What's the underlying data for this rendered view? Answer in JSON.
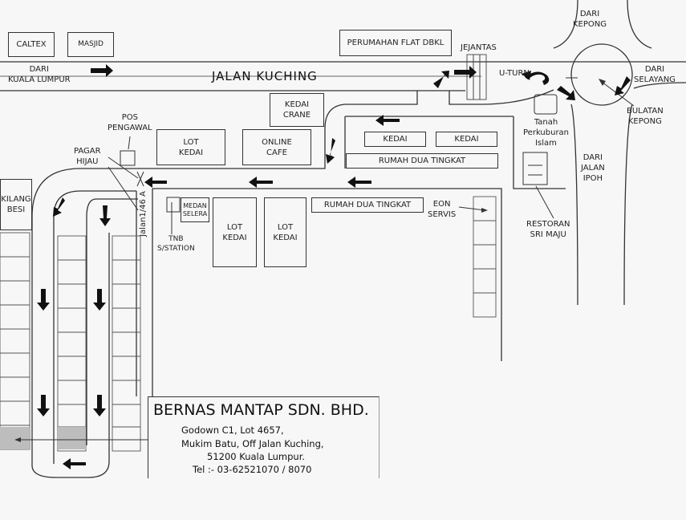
{
  "road": {
    "name": "JALAN KUCHING"
  },
  "landmarks": {
    "caltex": "CALTEX",
    "masjid": "MASJID",
    "perumahan": "PERUMAHAN FLAT DBKL",
    "jejantas": "JEJANTAS",
    "u_turn": "U-TURN",
    "dari_kepong": "DARI\nKEPONG",
    "dari_selayang": "DARI\nSELAYANG",
    "bulatan_kepong": "BULATAN\nKEPONG",
    "dari_kl": "DARI\nKUALA LUMPUR",
    "kedai_crane": "KEDAI\nCRANE",
    "pos_pengawal": "POS\nPENGAWAL",
    "pagar_hijau": "PAGAR\nHIJAU",
    "kilang_besi": "KILANG\nBESI",
    "lot_kedai_top": "LOT\nKEDAI",
    "online_cafe": "ONLINE\nCAFE",
    "kedai_1": "KEDAI",
    "kedai_2": "KEDAI",
    "rumah_dua_tingkat_top": "RUMAH DUA TINGKAT",
    "rumah_dua_tingkat_bottom": "RUMAH DUA TINGKAT",
    "tanah_perkuburan": "Tanah\nPerkuburan\nIslam",
    "dari_jalan_ipoh": "DARI\nJALAN\nIPOH",
    "medan_selera": "MEDAN\nSELERA",
    "jalan_146a": "Jalan1/46 A",
    "tnb_station": "TNB\nS/STATION",
    "lot_kedai_1": "LOT\nKEDAI",
    "lot_kedai_2": "LOT\nKEDAI",
    "eon_servis": "EON\nSERVIS",
    "restoran": "RESTORAN\nSRI MAJU"
  },
  "company": {
    "name": "BERNAS MANTAP SDN. BHD.",
    "address_lines": [
      "Godown C1,  Lot 4657,",
      "Mukim Batu, Off Jalan Kuching,",
      "51200 Kuala Lumpur.",
      "Tel :- 03-62521070 / 8070"
    ]
  },
  "colors": {
    "line": "#333333",
    "arrow": "#111111",
    "highlight": "#bdbdbd",
    "background": "#f7f7f7"
  }
}
